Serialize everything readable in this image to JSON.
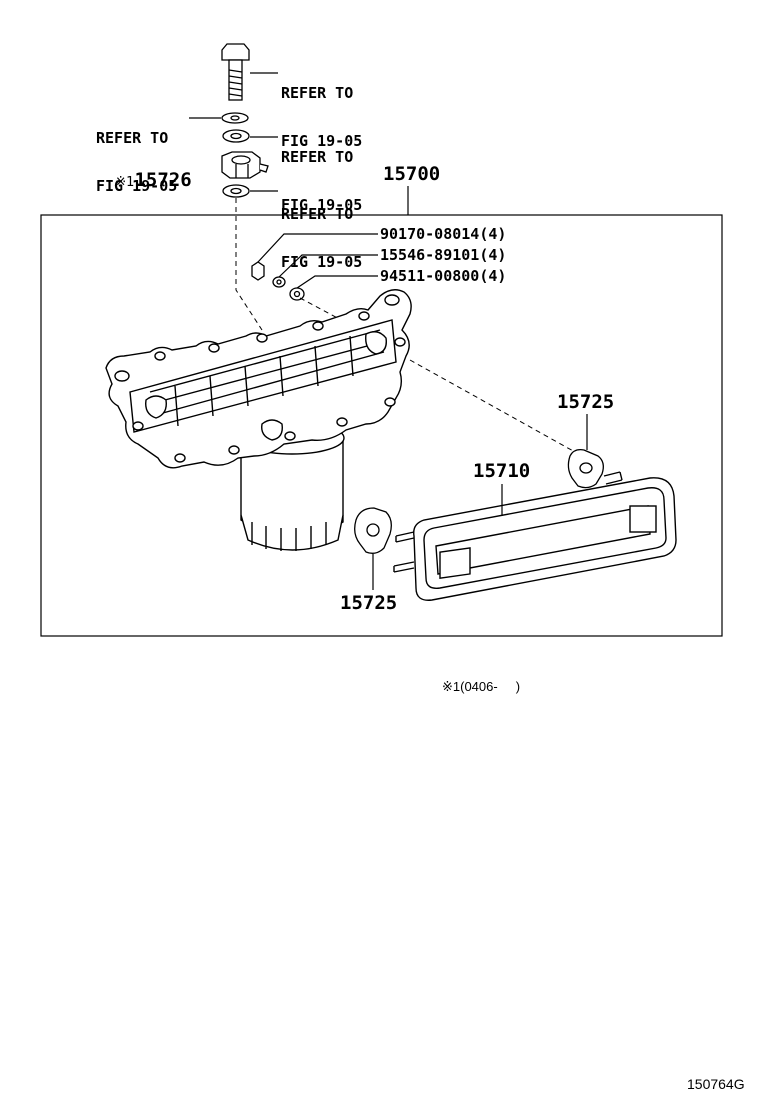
{
  "refers": [
    {
      "line1": "REFER TO",
      "line2": "FIG 19-05"
    },
    {
      "line1": "REFER TO",
      "line2": "FIG 19-05"
    },
    {
      "line1": "REFER TO",
      "line2": "FIG 19-05"
    },
    {
      "line1": "REFER TO",
      "line2": "FIG 19-05"
    }
  ],
  "callouts": {
    "sensor": {
      "mark": "※1",
      "part": "15726"
    },
    "assembly": "15700",
    "nut": "90170-08014(4)",
    "washer": "15546-89101(4)",
    "gasket_small": "94511-00800(4)",
    "gasket_right": "15725",
    "cooler": "15710",
    "gasket_lower": "15725"
  },
  "footnote": {
    "mark": "※1",
    "range": "(0406-     )"
  },
  "figure_id": "150764G"
}
